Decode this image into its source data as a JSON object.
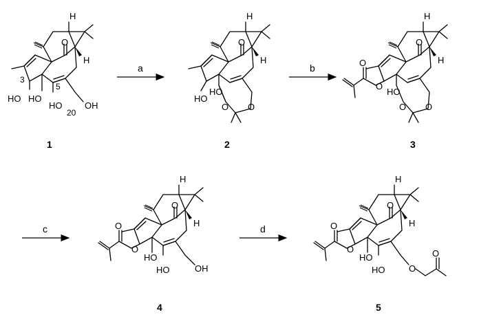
{
  "scheme": {
    "steps": [
      {
        "label": "a"
      },
      {
        "label": "b"
      },
      {
        "label": "c"
      },
      {
        "label": "d"
      }
    ],
    "compounds": [
      {
        "number": "1"
      },
      {
        "number": "2"
      },
      {
        "number": "3"
      },
      {
        "number": "4"
      },
      {
        "number": "5"
      }
    ],
    "atom_labels": {
      "O": "O",
      "H": "H",
      "HO": "HO",
      "OH": "OH",
      "pos3": "3",
      "pos5": "5",
      "pos20": "20"
    }
  }
}
